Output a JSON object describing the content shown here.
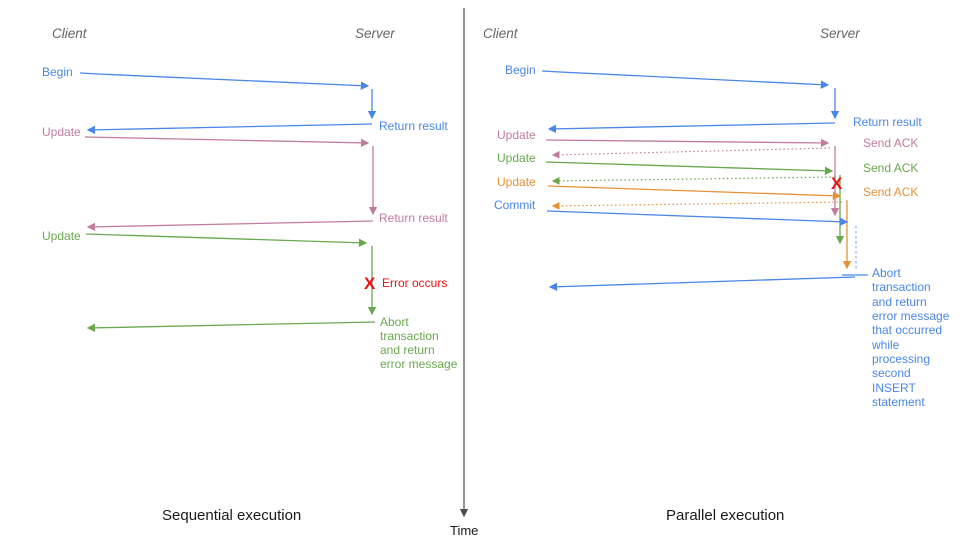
{
  "colors": {
    "blue": "#4a86e8",
    "pink": "#c27ba0",
    "green": "#6aa84f",
    "orange": "#e69138",
    "red": "#ee1111",
    "header_gray": "#666666",
    "caption_black": "#1a1a1a",
    "axis_gray": "#4d4d4d",
    "dashed_blue": "#8ab0f0"
  },
  "time_axis": {
    "label": "Time"
  },
  "left": {
    "caption": "Sequential execution",
    "client_header": "Client",
    "server_header": "Server",
    "begin_label": "Begin",
    "return_result_1": "Return result",
    "update_1": "Update",
    "return_result_2": "Return result",
    "update_2": "Update",
    "error_x": "X",
    "error_label": "Error occurs",
    "abort_lines": [
      "Abort",
      "transaction",
      "and return",
      "error message"
    ]
  },
  "right": {
    "caption": "Parallel execution",
    "client_header": "Client",
    "server_header": "Server",
    "begin_label": "Begin",
    "return_result": "Return result",
    "update_1": "Update",
    "update_2": "Update",
    "update_3": "Update",
    "commit_label": "Commit",
    "send_ack_1": "Send ACK",
    "send_ack_2": "Send ACK",
    "send_ack_3": "Send ACK",
    "error_x": "X",
    "abort_lines": [
      "Abort",
      "transaction",
      "and return",
      "error message",
      "that occurred",
      "while",
      "processing",
      "second",
      "INSERT",
      "statement"
    ]
  }
}
